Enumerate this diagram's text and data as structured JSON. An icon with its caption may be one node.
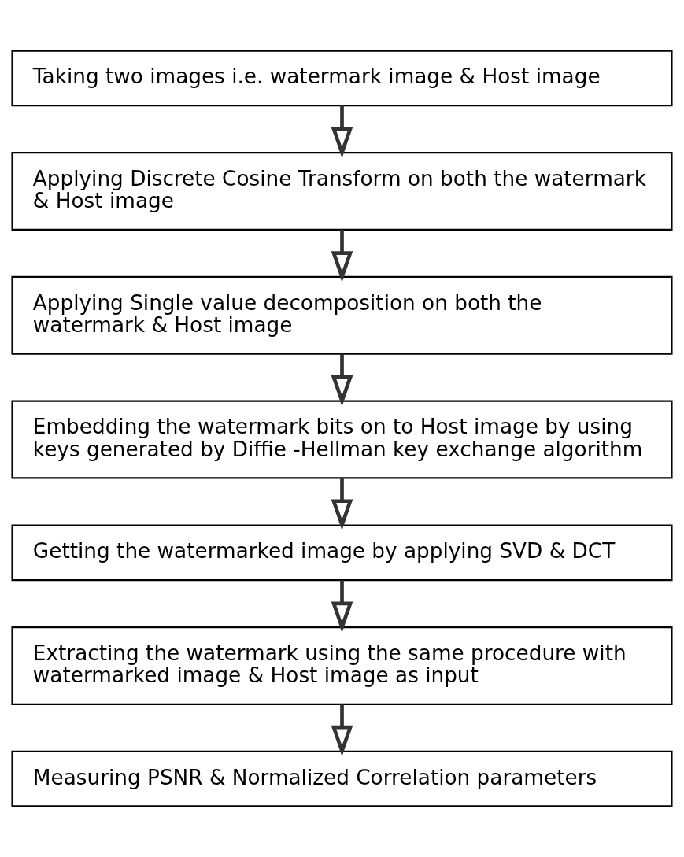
{
  "diagram": {
    "nodes": [
      {
        "text": [
          "Taking two images i.e. watermark image & Host image"
        ]
      },
      {
        "text": [
          "Applying Discrete Cosine Transform on both the watermark & Host image"
        ]
      },
      {
        "text": [
          "Applying Single value decomposition on both the watermark & Host image"
        ]
      },
      {
        "text": [
          "Embedding the watermark bits on to Host image by using keys generated by Diffie -Hellman key exchange algorithm"
        ]
      },
      {
        "text": [
          "Getting the watermarked image by applying SVD & DCT"
        ]
      },
      {
        "text": [
          "Extracting the watermark using the same procedure with watermarked image & Host image as input"
        ]
      },
      {
        "text": [
          "Measuring PSNR & Normalized Correlation parameters"
        ]
      }
    ],
    "edges": [
      {
        "from": 0,
        "to": 1,
        "arrow": "to"
      },
      {
        "from": 1,
        "to": 2,
        "arrow": "to"
      },
      {
        "from": 2,
        "to": 3,
        "arrow": "to"
      },
      {
        "from": 3,
        "to": 4,
        "arrow": "to"
      },
      {
        "from": 4,
        "to": 5,
        "arrow": "to"
      },
      {
        "from": 5,
        "to": 6,
        "arrow": "to"
      }
    ]
  }
}
